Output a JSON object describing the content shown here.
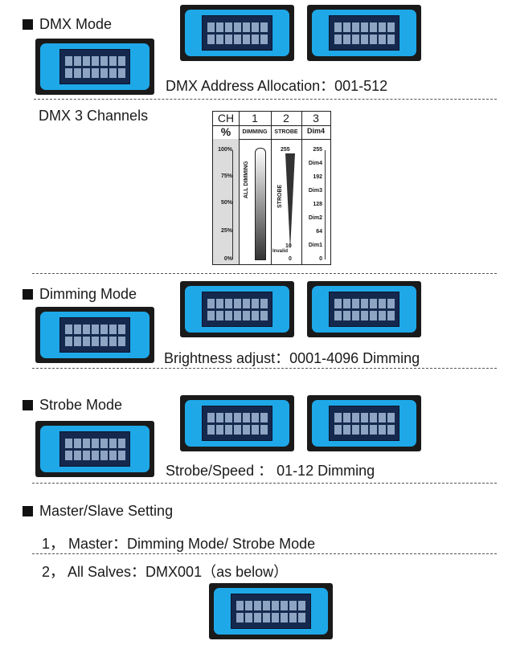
{
  "sections": {
    "dmx": {
      "title": "DMX Mode",
      "address_text": "DMX Address Allocation：001-512",
      "channels_title": "DMX 3 Channels"
    },
    "dimming": {
      "title": "Dimming Mode",
      "info_text": "Brightness adjust：0001-4096 Dimming"
    },
    "strobe": {
      "title": "Strobe Mode",
      "info_text": "Strobe/Speed ： 01-12 Dimming"
    },
    "master_slave": {
      "title": "Master/Slave Setting",
      "item1": "1， Master：Dimming Mode/ Strobe Mode",
      "item2": "2， All  Salves：DMX001（as below）"
    }
  },
  "channel_table": {
    "header_ch": "CH",
    "header_cols": [
      "1",
      "2",
      "3"
    ],
    "unit_label": "%",
    "col_names": [
      "DIMMING",
      "STROBE",
      "Dim4"
    ],
    "percent_ticks": [
      "100%",
      "75%",
      "50%",
      "25%",
      "0%"
    ],
    "col1_bar_label": "ALL DIMMING",
    "col2_bar_label": "STROBE",
    "col2_top": "255",
    "col2_bottom_value": "10",
    "col2_invalid": "Invalid",
    "col2_zero": "0",
    "col3_ticks": [
      "255",
      "Dim4",
      "192",
      "Dim3",
      "128",
      "Dim2",
      "64",
      "Dim1",
      "0"
    ]
  }
}
